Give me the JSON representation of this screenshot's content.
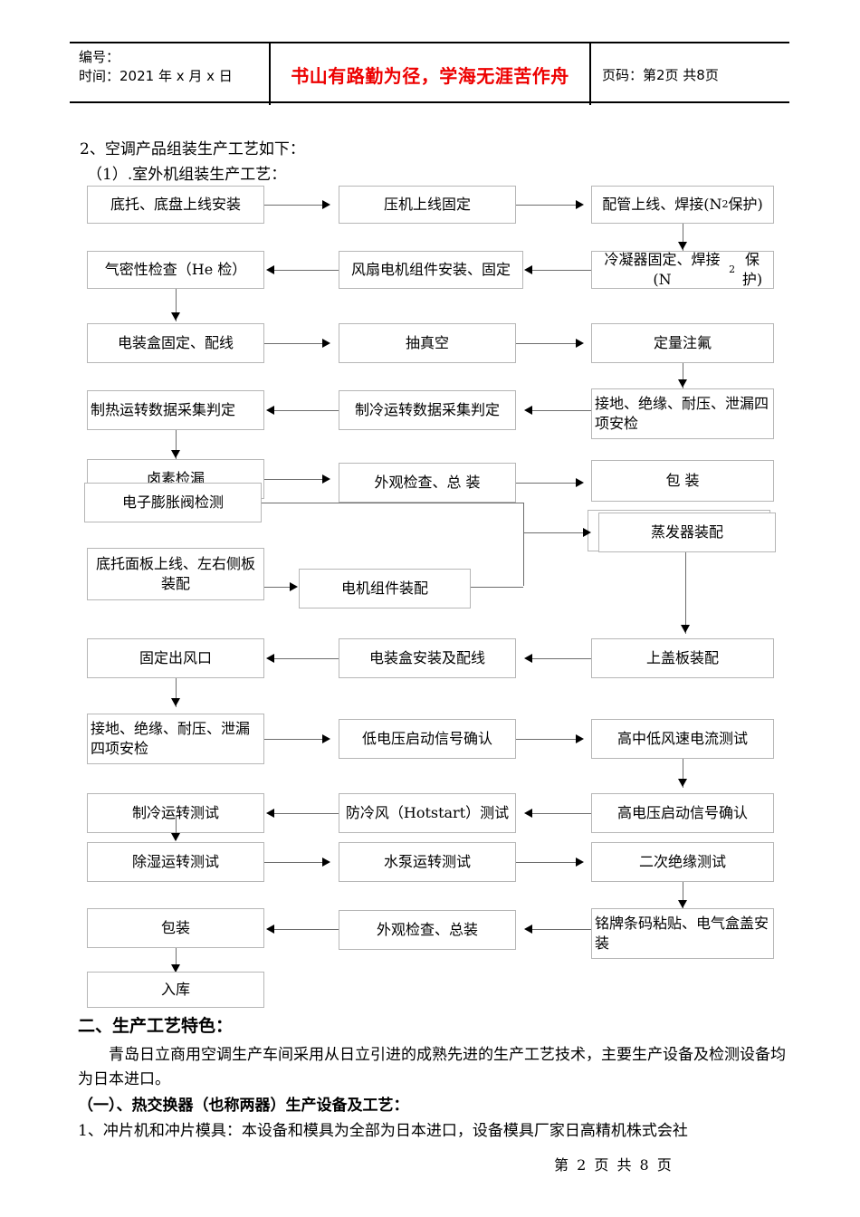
{
  "header": {
    "code_label": "编号：",
    "time_label": "时间：2021 年 x 月 x 日",
    "motto": "书山有路勤为径，学海无涯苦作舟",
    "page_label": "页码：第2页 共8页"
  },
  "body": {
    "heading_2": "2、空调产品组装生产工艺如下：",
    "heading_1_outdoor": "（1）.室外机组装生产工艺：",
    "hidden_heading_indoor": "工艺：",
    "section_title": "二、生产工艺特色：",
    "paragraph": "青岛日立商用空调生产车间采用从日立引进的成熟先进的生产工艺技术，主要生产设备及检测设备均为日本进口。",
    "subsection_title": "（一）、热交换器（也称两器）生产设备及工艺：",
    "item_1": "1、冲片机和冲片模具：本设备和模具为全部为日本进口，设备模具厂家日高精机株式会社"
  },
  "flow": {
    "outdoor": [
      "底托、底盘上线安装",
      "压机上线固定",
      "配管上线、焊接(N2保护)",
      "冷凝器固定、焊接(N2保护)",
      "风扇电机组件安装、固定",
      "气密性检查（He 检）",
      "电装盒固定、配线",
      "抽真空",
      "定量注氟",
      "接地、绝缘、耐压、泄漏四项安检",
      "制冷运转数据采集判定",
      "制热运转数据采集判定",
      "卤素检漏",
      "外观检查、总 装",
      "包 装"
    ],
    "indoor": [
      "电子膨胀阀检测",
      "底托面板上线、左右侧板装配",
      "电机组件装配",
      "蒸发器装配",
      "上盖板装配",
      "电装盒安装及配线",
      "固定出风口",
      "接地、绝缘、耐压、泄漏四项安检",
      "低电压启动信号确认",
      "高中低风速电流测试",
      "高电压启动信号确认",
      "防冷风（Hotstart）测试",
      "制冷运转测试",
      "除湿运转测试",
      "水泵运转测试",
      "二次绝缘测试",
      "铭牌条码粘贴、电气盒盖安装",
      "外观检查、总装",
      "包装",
      "入库"
    ],
    "labels": {
      "b1": "底托、底盘上线安装",
      "b2": "压机上线固定",
      "b3_pre": "配管上线、焊接(N",
      "b3_sub": "2",
      "b3_post": "保护)",
      "b4_pre": "冷凝器固定、焊接(N",
      "b4_sub": "2",
      "b4_post": "保护)",
      "b5": "风扇电机组件安装、固定",
      "b6": "气密性检查（He 检）",
      "b7": "电装盒固定、配线",
      "b8": "抽真空",
      "b9": "定量注氟",
      "b10": "接地、绝缘、耐压、泄漏四项安检",
      "b11": "制冷运转数据采集判定",
      "b12": "制热运转数据采集判定",
      "b13": "卤素检漏",
      "b14": "外观检查、总 装",
      "b15": "包 装",
      "b16": "电子膨胀阀检测",
      "b17": "底托面板上线、左右侧板装配",
      "b18": "电机组件装配",
      "b19": "蒸发器装配",
      "b20": "上盖板装配",
      "b21": "电装盒安装及配线",
      "b22": "固定出风口",
      "b23": "接地、绝缘、耐压、泄漏四项安检",
      "b24": "低电压启动信号确认",
      "b25": "高中低风速电流测试",
      "b26": "高电压启动信号确认",
      "b27": "防冷风（Hotstart）测试",
      "b28": "制冷运转测试",
      "b29": "除湿运转测试",
      "b30": "水泵运转测试",
      "b31": "二次绝缘测试",
      "b32": "铭牌条码粘贴、电气盒盖安装",
      "b33": "外观检查、总装",
      "b34": "包装",
      "b35": "入库"
    }
  },
  "footer": {
    "text": "第 2 页  共 8 页"
  },
  "colors": {
    "motto_red": "#ED0000",
    "box_border": "#b6b6b6",
    "line": "#6d6d6d"
  }
}
